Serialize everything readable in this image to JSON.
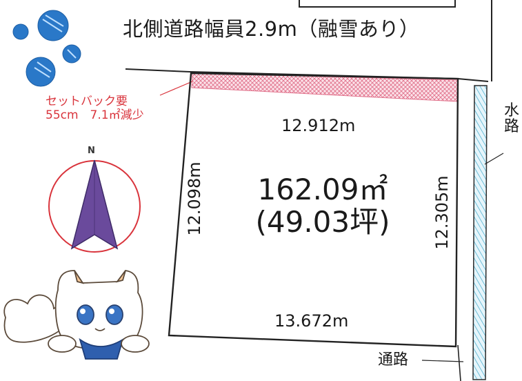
{
  "road_label": "北側道路幅員2.9m（融雪あり）",
  "setback": {
    "line1": "セットバック要",
    "line2": "55cm　7.1㎡減少"
  },
  "dimensions": {
    "top": "12.912m",
    "bottom": "13.672m",
    "left": "12.098m",
    "right": "12.305m"
  },
  "area": {
    "sqm": "162.09㎡",
    "tsubo": "(49.03坪)"
  },
  "waterway_label": "水路",
  "passage_label": "通路",
  "compass": {
    "north_label": "N"
  },
  "colors": {
    "setback_text": "#d9343c",
    "setback_hatch": "#e0708a",
    "waterway_hatch": "#3aa7c9",
    "compass_ring": "#d9343c",
    "compass_arrow": "#6a4a9c",
    "bubbles": "#2a78c8"
  },
  "icons": [
    "compass-rose-icon",
    "cat-mascot-icon",
    "water-bubbles-icon"
  ]
}
